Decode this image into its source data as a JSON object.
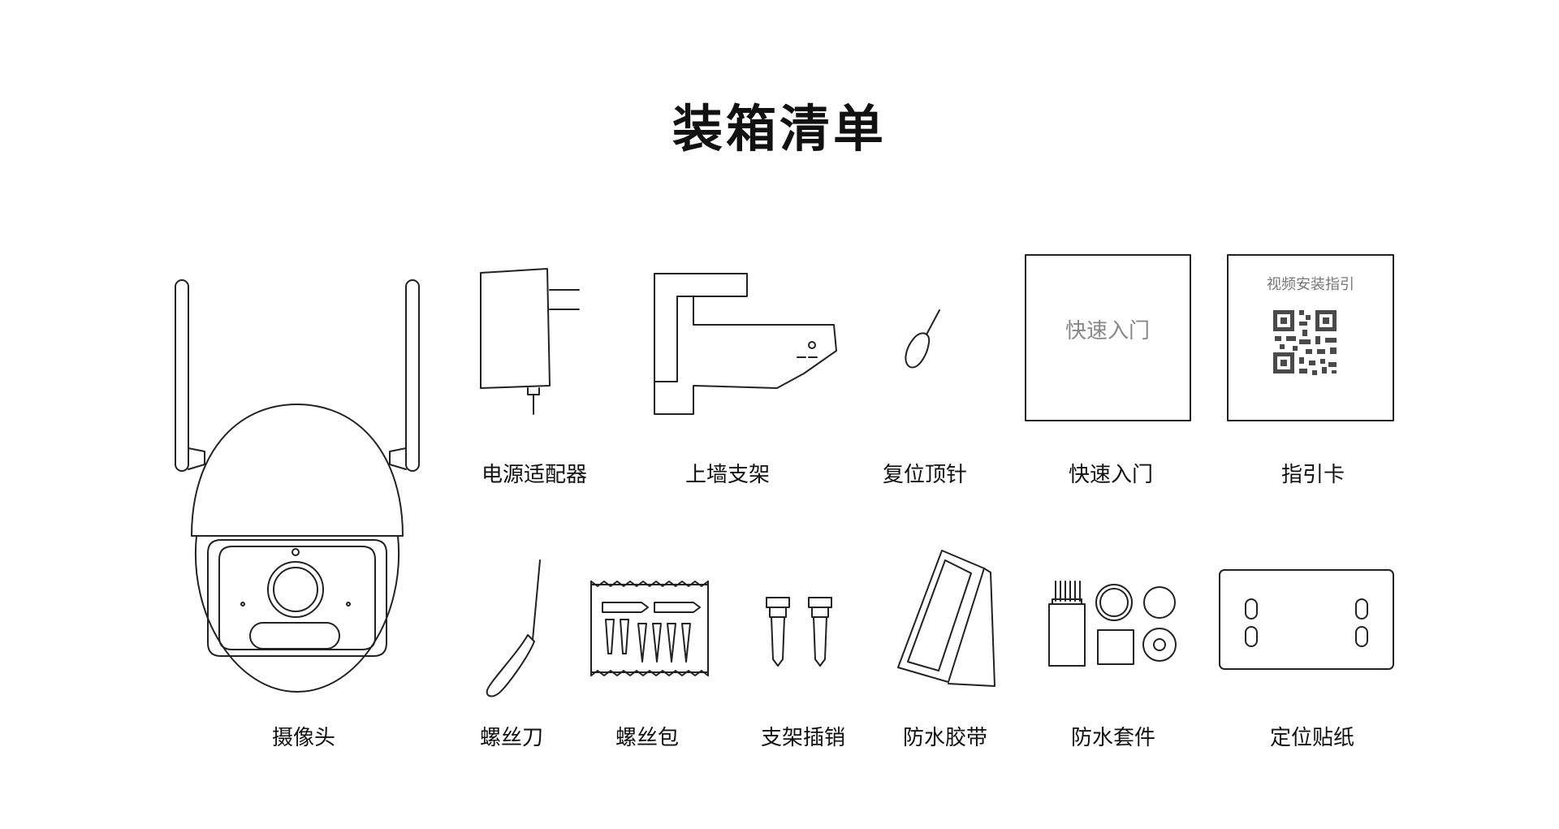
{
  "title": "装箱清单",
  "items": {
    "camera": "摄像头",
    "power_adapter": "电源适配器",
    "wall_bracket": "上墙支架",
    "reset_pin": "复位顶针",
    "quick_start": "快速入门",
    "guide_card": "指引卡",
    "screwdriver": "螺丝刀",
    "screw_pack": "螺丝包",
    "bracket_pins": "支架插销",
    "waterproof_tape": "防水胶带",
    "waterproof_kit": "防水套件",
    "positioning_sticker": "定位贴纸"
  },
  "quick_start_box_text": "快速入门",
  "guide_card_text": "视频安装指引",
  "colors": {
    "line": "#222222",
    "text": "#111111",
    "box_text": "#888888",
    "qr": "#4a4a4a"
  }
}
